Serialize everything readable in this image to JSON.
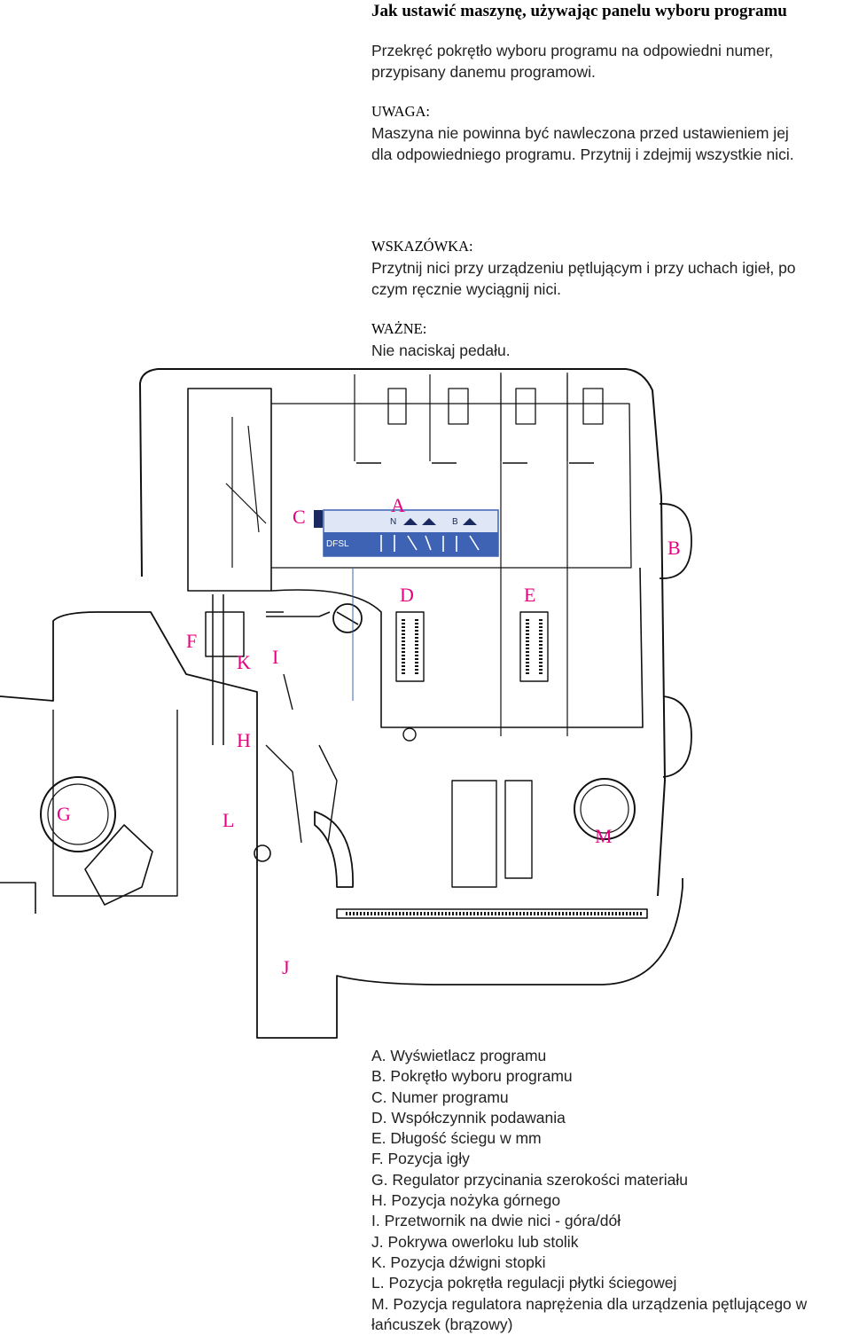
{
  "heading": "Jak ustawić maszynę, używając panelu wyboru programu",
  "intro": [
    "Przekręć pokrętło wyboru programu na odpowiedni numer,",
    "przypisany danemu programowi."
  ],
  "uwaga": {
    "label": "UWAGA:",
    "lines": [
      "Maszyna nie powinna być nawleczona przed ustawieniem jej",
      "dla odpowiedniego programu. Przytnij i zdejmij wszystkie nici."
    ]
  },
  "wskazowka": {
    "label": "WSKAZÓWKA:",
    "lines": [
      "Przytnij nici przy urządzeniu pętlującym i przy uchach igieł, po",
      "czym ręcznie wyciągnij nici."
    ]
  },
  "wazne": {
    "label": "WAŻNE:",
    "text": "Nie naciskaj pedału."
  },
  "diagram": {
    "callouts": {
      "A": "A",
      "B": "B",
      "C": "C",
      "D": "D",
      "E": "E",
      "F": "F",
      "G": "G",
      "H": "H",
      "I": "I",
      "J": "J",
      "K": "K",
      "L": "L",
      "M": "M"
    },
    "panel": {
      "n": "N",
      "b": "B",
      "dfsl": "DFSL"
    },
    "colors": {
      "callout": "#e4007f",
      "panel": "#3e63b4",
      "line": "#111111"
    }
  },
  "legend": [
    {
      "key": "A.",
      "text": "Wyświetlacz programu"
    },
    {
      "key": "B.",
      "text": "Pokrętło wyboru programu"
    },
    {
      "key": "C.",
      "text": "Numer programu"
    },
    {
      "key": "D.",
      "text": "Współczynnik podawania"
    },
    {
      "key": "E.",
      "text": "Długość ściegu w mm"
    },
    {
      "key": "F.",
      "text": "Pozycja igły"
    },
    {
      "key": "G.",
      "text": "Regulator przycinania szerokości materiału"
    },
    {
      "key": "H.",
      "text": "Pozycja nożyka górnego"
    },
    {
      "key": "I.",
      "text": "Przetwornik na dwie nici - góra/dół"
    },
    {
      "key": "J.",
      "text": "Pokrywa owerloku lub stolik"
    },
    {
      "key": "K.",
      "text": "Pozycja dźwigni stopki"
    },
    {
      "key": "L.",
      "text": "Pozycja pokrętła regulacji płytki ściegowej"
    },
    {
      "key": "M.",
      "text": "Pozycja regulatora naprężenia dla urządzenia pętlującego w",
      "cont": "łańcuszek (brązowy)"
    }
  ]
}
